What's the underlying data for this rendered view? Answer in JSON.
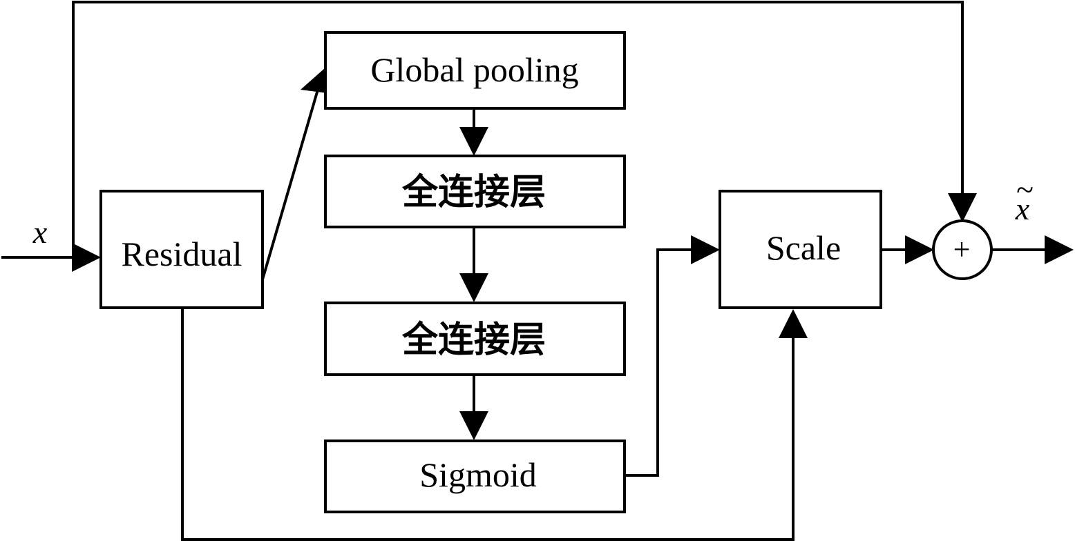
{
  "diagram": {
    "input_label": "x",
    "output_label": "x",
    "output_accent": "~",
    "nodes": {
      "residual": "Residual",
      "global_pooling": "Global pooling",
      "fc1": "全连接层",
      "fc2": "全连接层",
      "sigmoid": "Sigmoid",
      "scale": "Scale",
      "sum": "+"
    },
    "colors": {
      "stroke": "#000000",
      "background": "#ffffff"
    }
  }
}
